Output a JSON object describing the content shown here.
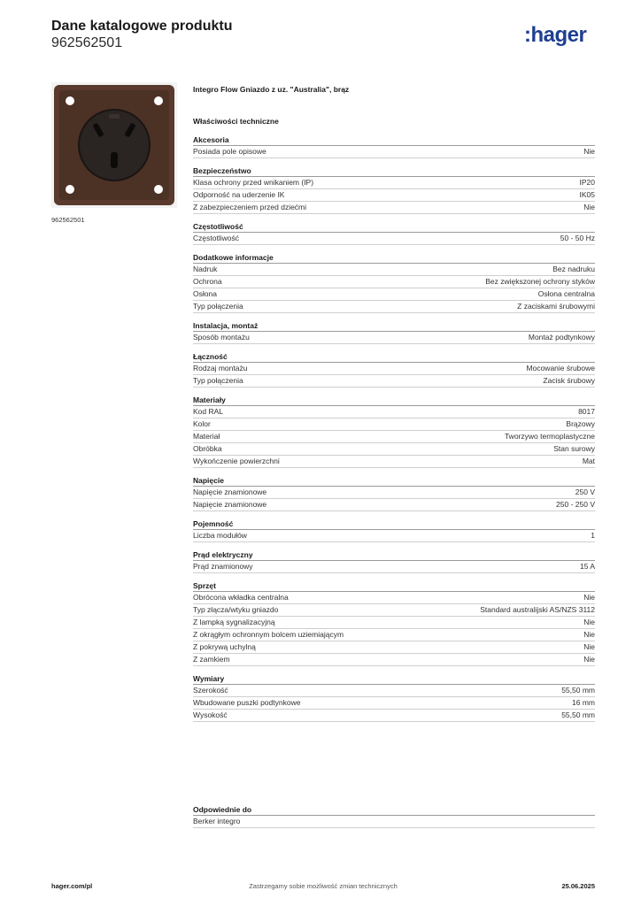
{
  "header": {
    "title": "Dane katalogowe produktu",
    "code": "962562501"
  },
  "logo": {
    "text": ":hager",
    "color": "#1e3f91"
  },
  "image": {
    "caption": "962562501",
    "frame_color": "#5a3a2c",
    "face_color": "#2a2422"
  },
  "product": {
    "name": "Integro Flow Gniazdo z uz. \"Australia\", brąz",
    "props_heading": "Właściwości techniczne"
  },
  "sections": [
    {
      "title": "Akcesoria",
      "rows": [
        {
          "label": "Posiada pole opisowe",
          "value": "Nie"
        }
      ]
    },
    {
      "title": "Bezpieczeństwo",
      "rows": [
        {
          "label": "Klasa ochrony przed wnikaniem (IP)",
          "value": "IP20"
        },
        {
          "label": "Odporność na uderzenie IK",
          "value": "IK05"
        },
        {
          "label": "Z zabezpieczeniem przed dziećmi",
          "value": "Nie"
        }
      ]
    },
    {
      "title": "Częstotliwość",
      "rows": [
        {
          "label": "Częstotliwość",
          "value": "50 - 50 Hz"
        }
      ]
    },
    {
      "title": "Dodatkowe informacje",
      "rows": [
        {
          "label": "Nadruk",
          "value": "Bez nadruku"
        },
        {
          "label": "Ochrona",
          "value": "Bez zwiększonej  ochrony styków"
        },
        {
          "label": "Osłona",
          "value": "Osłona centralna"
        },
        {
          "label": "Typ połączenia",
          "value": "Z zaciskami śrubowymi"
        }
      ]
    },
    {
      "title": "Instalacja, montaż",
      "rows": [
        {
          "label": "Sposób montażu",
          "value": "Montaż podtynkowy"
        }
      ]
    },
    {
      "title": "Łączność",
      "rows": [
        {
          "label": "Rodzaj montażu",
          "value": "Mocowanie śrubowe"
        },
        {
          "label": "Typ połączenia",
          "value": "Zacisk śrubowy"
        }
      ]
    },
    {
      "title": "Materiały",
      "rows": [
        {
          "label": "Kod RAL",
          "value": "8017"
        },
        {
          "label": "Kolor",
          "value": "Brązowy"
        },
        {
          "label": "Materiał",
          "value": "Tworzywo termoplastyczne"
        },
        {
          "label": "Obróbka",
          "value": "Stan surowy"
        },
        {
          "label": "Wykończenie powierzchni",
          "value": "Mat"
        }
      ]
    },
    {
      "title": "Napięcie",
      "rows": [
        {
          "label": "Napięcie znamionowe",
          "value": "250 V"
        },
        {
          "label": "Napięcie znamionowe",
          "value": "250 - 250 V"
        }
      ]
    },
    {
      "title": "Pojemność",
      "rows": [
        {
          "label": "Liczba modułów",
          "value": "1"
        }
      ]
    },
    {
      "title": "Prąd elektryczny",
      "rows": [
        {
          "label": "Prąd znamionowy",
          "value": "15 A"
        }
      ]
    },
    {
      "title": "Sprzęt",
      "rows": [
        {
          "label": "Obrócona wkładka centralna",
          "value": "Nie"
        },
        {
          "label": "Typ złącza/wtyku gniazdo",
          "value": "Standard australijski AS/NZS 3112"
        },
        {
          "label": "Z lampką sygnalizacyjną",
          "value": "Nie"
        },
        {
          "label": "Z okrągłym ochronnym bolcem uziemiającym",
          "value": "Nie"
        },
        {
          "label": "Z pokrywą uchylną",
          "value": "Nie"
        },
        {
          "label": "Z zamkiem",
          "value": "Nie"
        }
      ]
    },
    {
      "title": "Wymiary",
      "rows": [
        {
          "label": "Szerokość",
          "value": "55,50 mm"
        },
        {
          "label": "Wbudowane puszki podtynkowe",
          "value": "16 mm"
        },
        {
          "label": "Wysokość",
          "value": "55,50 mm"
        }
      ]
    }
  ],
  "suitable": {
    "title": "Odpowiednie do",
    "rows": [
      {
        "label": "Berker integro"
      }
    ]
  },
  "footer": {
    "left": "hager.com/pl",
    "center": "Zastrzegamy sobie możliwość zmian technicznych",
    "right": "25.06.2025"
  }
}
